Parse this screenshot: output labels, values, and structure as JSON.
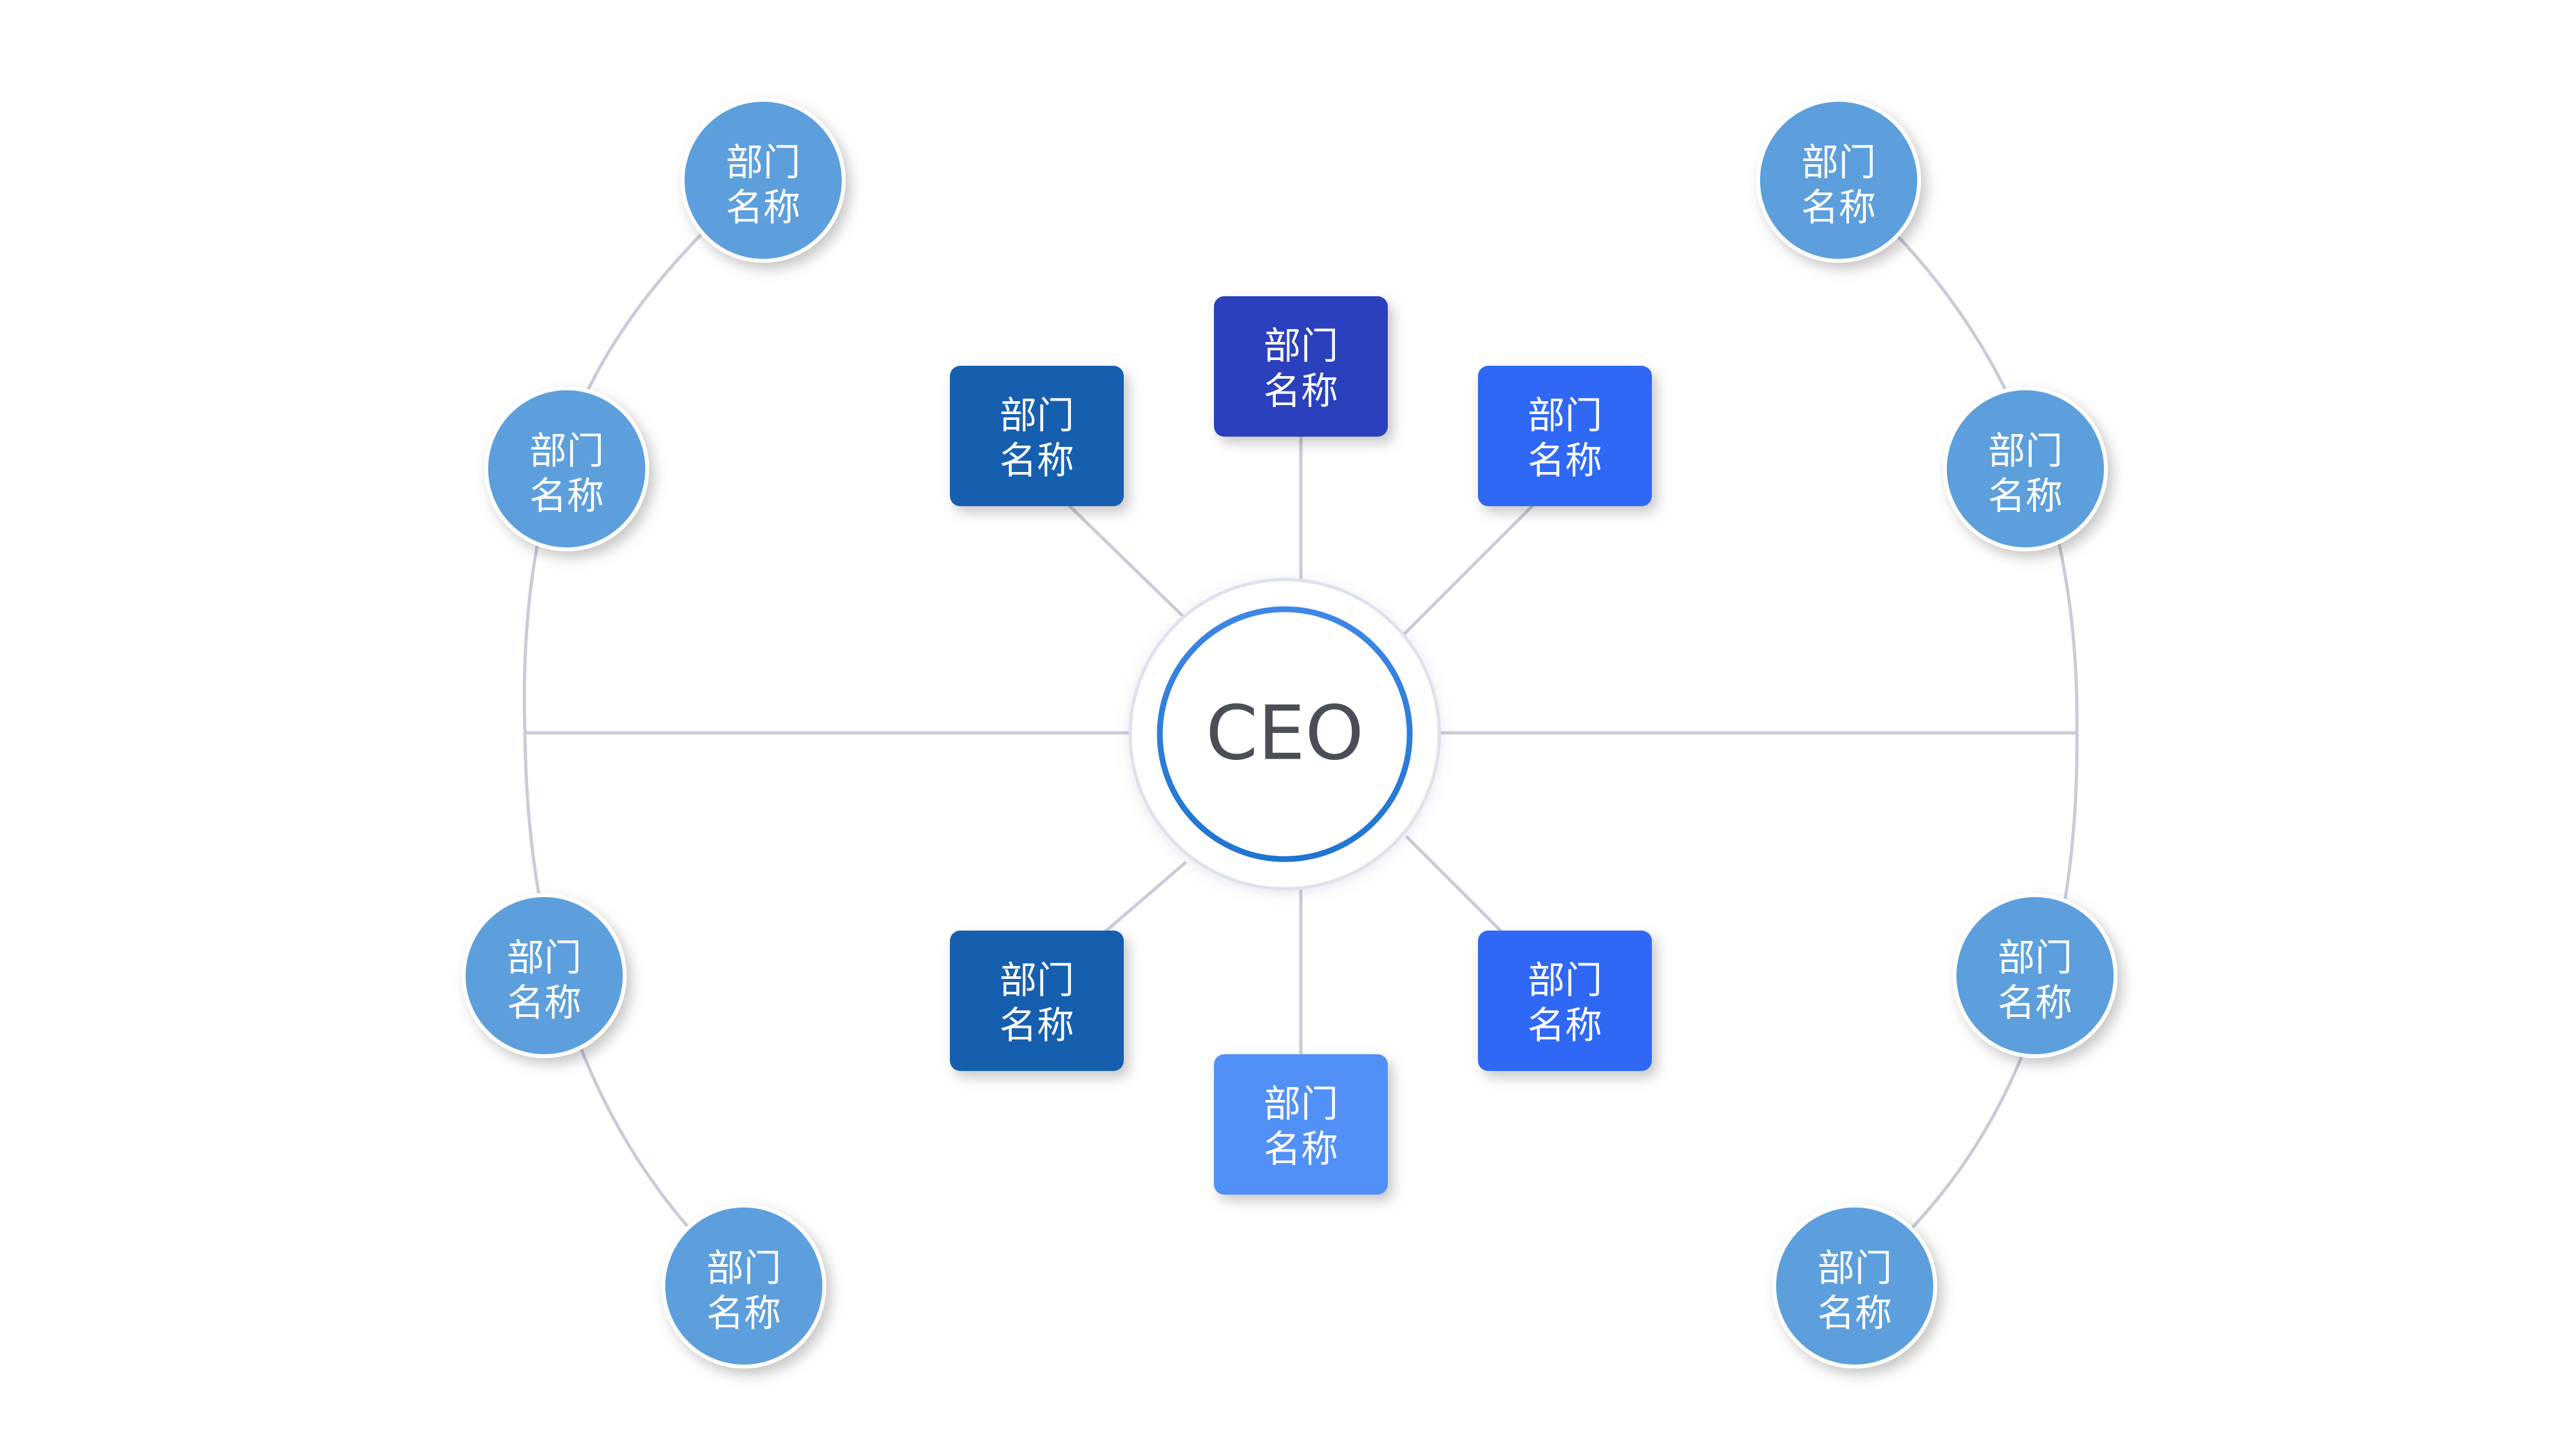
{
  "ceo": {
    "label": "CEO"
  },
  "inner_departments": [
    {
      "line1": "部门",
      "line2": "名称",
      "color": "#165fae"
    },
    {
      "line1": "部门",
      "line2": "名称",
      "color": "#2a3fbd"
    },
    {
      "line1": "部门",
      "line2": "名称",
      "color": "#2f68f5"
    },
    {
      "line1": "部门",
      "line2": "名称",
      "color": "#165fae"
    },
    {
      "line1": "部门",
      "line2": "名称",
      "color": "#5190f6"
    },
    {
      "line1": "部门",
      "line2": "名称",
      "color": "#2f68f5"
    }
  ],
  "outer_departments": [
    {
      "line1": "部门",
      "line2": "名称"
    },
    {
      "line1": "部门",
      "line2": "名称"
    },
    {
      "line1": "部门",
      "line2": "名称"
    },
    {
      "line1": "部门",
      "line2": "名称"
    },
    {
      "line1": "部门",
      "line2": "名称"
    },
    {
      "line1": "部门",
      "line2": "名称"
    },
    {
      "line1": "部门",
      "line2": "名称"
    },
    {
      "line1": "部门",
      "line2": "名称"
    }
  ],
  "colors": {
    "outer_node": "#5b9fdc",
    "connector": "#c9ccd8",
    "ceo_ring": "#2f7fd8",
    "ceo_text": "#4a4f57"
  }
}
